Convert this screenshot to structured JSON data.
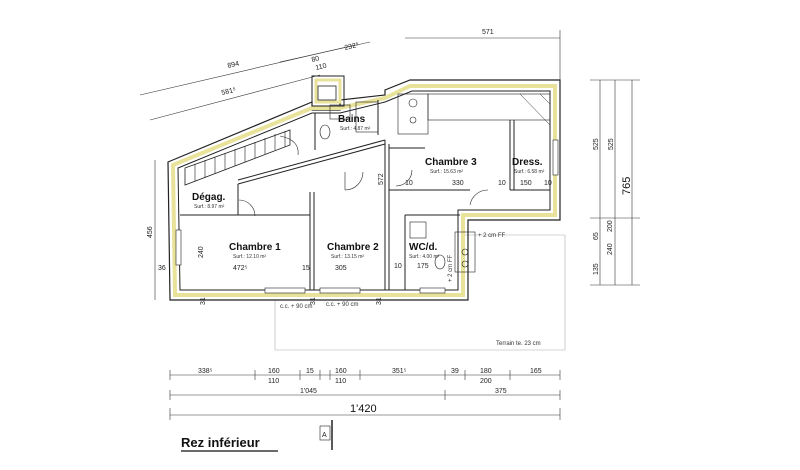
{
  "title": "Rez inférieur",
  "section_marker": "A",
  "rooms": [
    {
      "key": "bains",
      "name": "Bains",
      "surface": "Surf.: 4.87 m²"
    },
    {
      "key": "degag",
      "name": "Dégag.",
      "surface": "Surf.: 8.97 m²"
    },
    {
      "key": "chambre1",
      "name": "Chambre 1",
      "surface": "Surf.: 12.10 m²"
    },
    {
      "key": "chambre2",
      "name": "Chambre 2",
      "surface": "Surf.: 13.15 m²"
    },
    {
      "key": "chambre3",
      "name": "Chambre 3",
      "surface": "Surf.: 15.63 m²"
    },
    {
      "key": "dress",
      "name": "Dress.",
      "surface": "Surf.: 6.58 m²"
    },
    {
      "key": "wc",
      "name": "WC/d.",
      "surface": "Surf.: 4.00 m²"
    }
  ],
  "notes": {
    "niveau_ff": "+ 2 cm FF",
    "niveau_ff2": "+ 2 cm FF",
    "cc1": "c.c. + 90 cm",
    "cc2": "c.c. + 90 cm",
    "terrain": "Terrain te. 23 cm"
  },
  "dims": {
    "top_894": "894",
    "top_581": "581⁵",
    "top_80": "80",
    "top_110": "110",
    "top_232": "232⁵",
    "top_571": "571",
    "right_525a": "525",
    "right_525b": "525",
    "right_765": "765",
    "right_240": "240",
    "right_65": "65",
    "right_135": "135",
    "right_200": "200",
    "left_456": "456",
    "left_36": "36",
    "c1_240": "240",
    "c1_472": "472⁵",
    "c1_15": "15",
    "c2_305": "305",
    "c2_572": "572",
    "c3_330": "330",
    "c3_10a": "10",
    "c3_10b": "10",
    "dress_150": "150",
    "dress_10": "10",
    "wc_175": "175",
    "wc_10": "10",
    "b_31a": "31",
    "b_31b": "31",
    "b_31c": "31",
    "row1_338": "338⁵",
    "row1_160a": "160",
    "row1_15": "15",
    "row1_160b": "160",
    "row1_351": "351⁵",
    "row1_39": "39",
    "row1_180": "180",
    "row1_165": "165",
    "row2_110a": "110",
    "row2_110b": "110",
    "row2_200": "200",
    "row3_1045": "1'045",
    "row3_375": "375",
    "total": "1'420"
  }
}
